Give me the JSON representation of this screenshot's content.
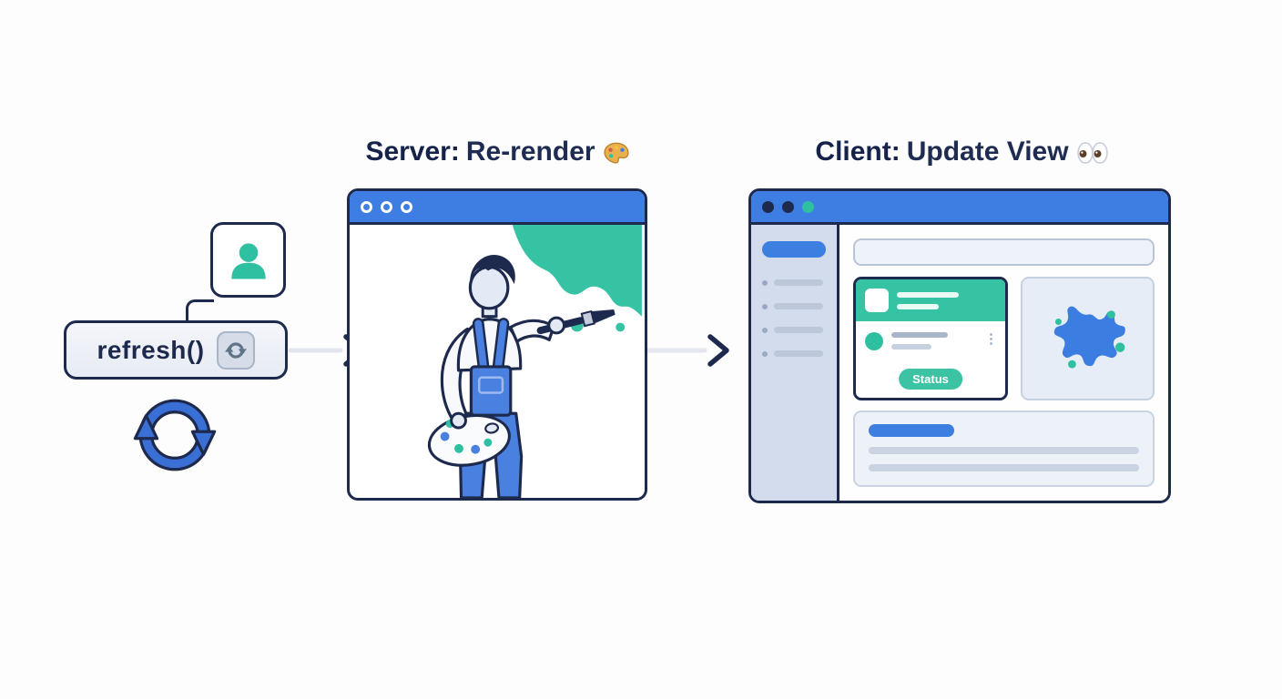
{
  "left": {
    "refresh_label": "refresh()"
  },
  "server": {
    "title_bold": "Server:",
    "title_rest": "Re-render"
  },
  "client": {
    "title_bold": "Client:",
    "title_rest": "Update View",
    "status_badge": "Status"
  },
  "icons": {
    "kebab": "⋮",
    "avatar": "user-avatar-icon",
    "refresh_chip": "refresh-arrows-icon",
    "sync": "sync-cycle-icon",
    "flow_arrow": "arrow-right-icon",
    "server_title_icon": "palette-icon",
    "client_title_icon": "eyes-icon",
    "splat": "paint-splat-icon",
    "painter": "painter-illustration"
  },
  "colors": {
    "navy": "#1d2a4d",
    "blue": "#3d7fe0",
    "teal": "#2fc0a2",
    "panel_bg": "#edf1f8",
    "sidebar_bg": "#d2dcec"
  }
}
